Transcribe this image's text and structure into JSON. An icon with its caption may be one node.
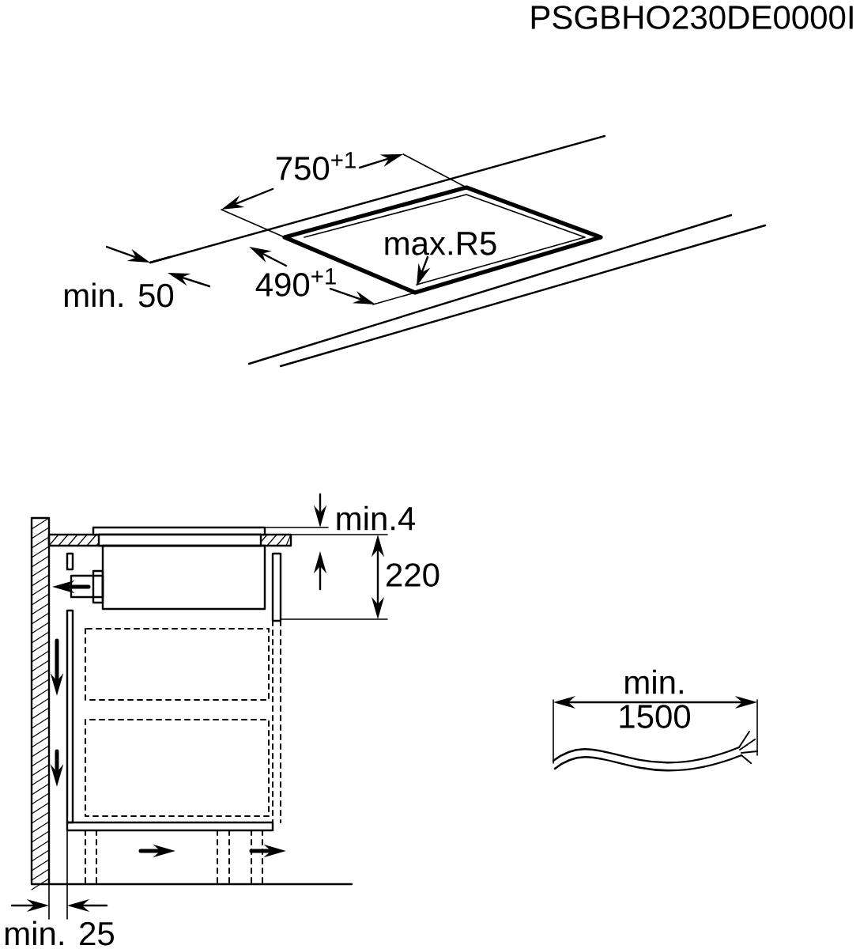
{
  "diagram": {
    "labels": [
      "PSGBHO230DE0000I",
      "750$^{+1}$",
      "max.R5",
      "min. 50",
      "490$^{+1}$",
      "min.4",
      "220",
      "min.",
      "1500",
      "min. 25"
    ]
  }
}
